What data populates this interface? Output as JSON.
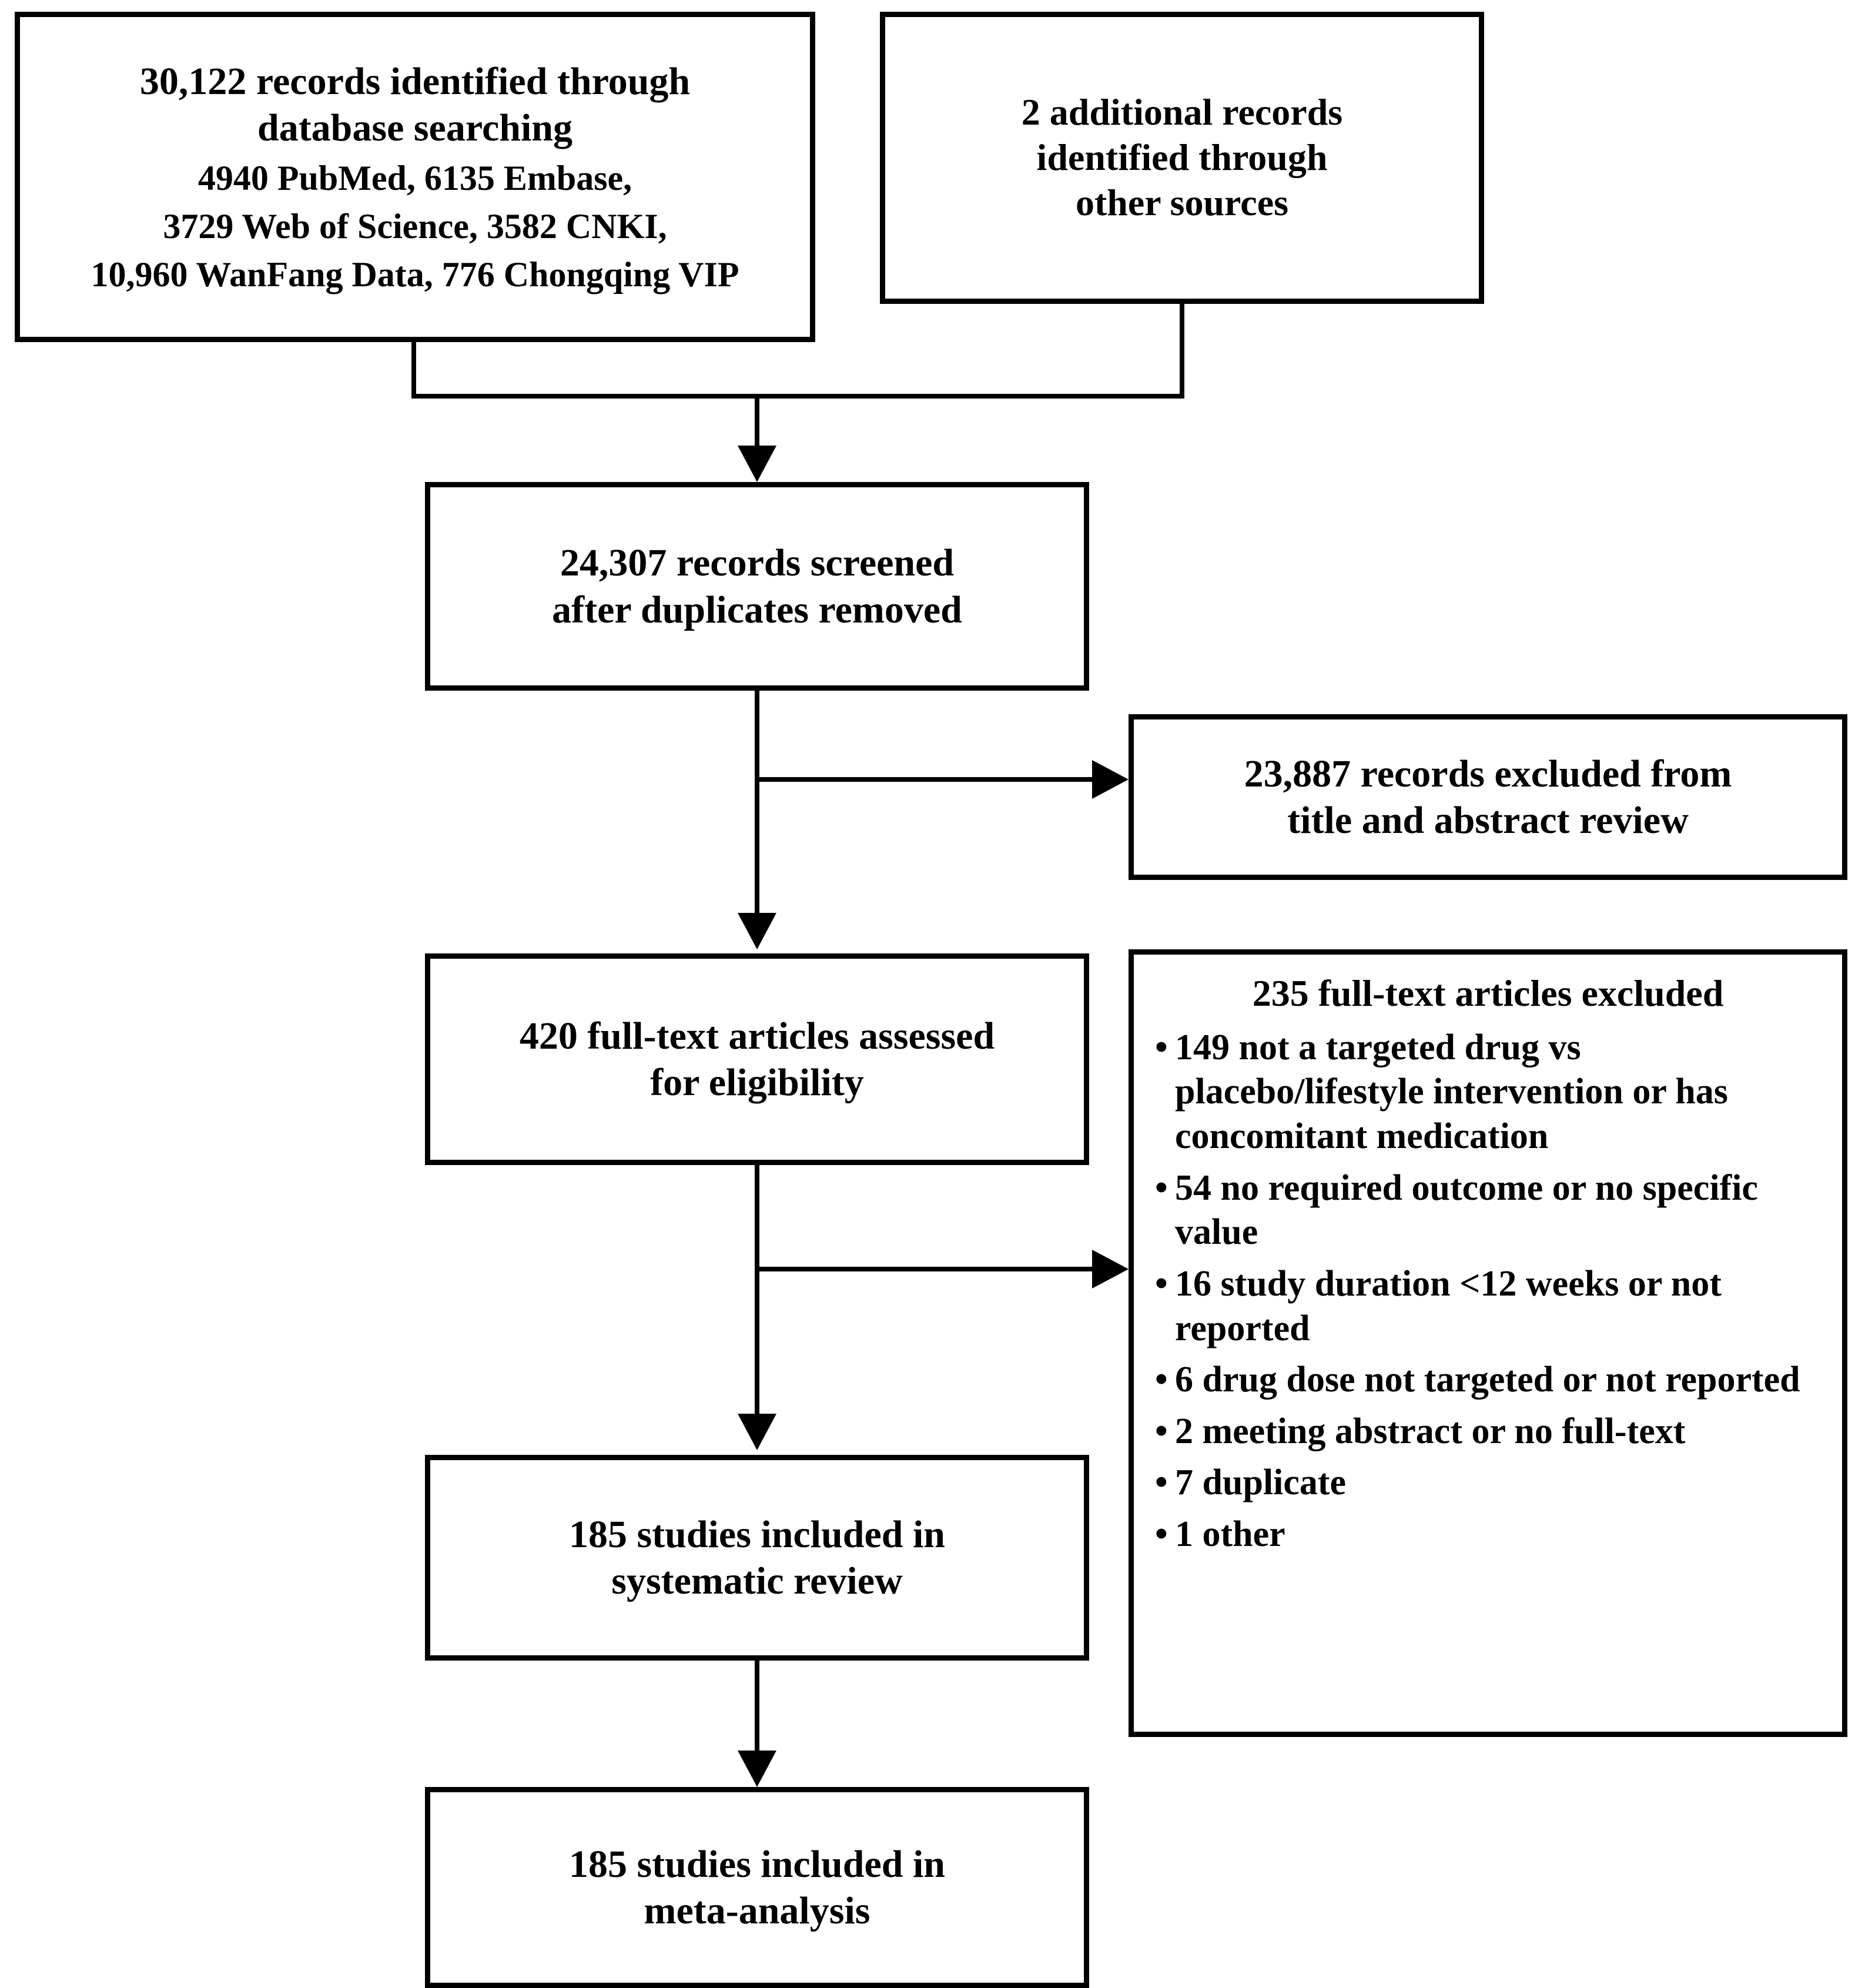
{
  "diagram": {
    "type": "prisma-flow-diagram",
    "nodes": {
      "database_search": {
        "title_line1": "30,122 records identified through",
        "title_line2": "database searching",
        "sub_line1": "4940 PubMed, 6135 Embase,",
        "sub_line2": "3729 Web of Science, 3582 CNKI,",
        "sub_line3": "10,960 WanFang Data, 776 Chongqing VIP"
      },
      "other_sources": {
        "line1": "2 additional records",
        "line2": "identified through",
        "line3": "other sources"
      },
      "records_screened": {
        "line1": "24,307 records screened",
        "line2": "after duplicates removed"
      },
      "records_excluded": {
        "line1": "23,887 records excluded from",
        "line2": "title and abstract review"
      },
      "fulltext_assessed": {
        "line1": "420 full-text articles assessed",
        "line2": "for eligibility"
      },
      "fulltext_excluded": {
        "heading": "235 full-text articles excluded",
        "bullet_char": "•",
        "reasons": [
          "149 not a targeted drug vs placebo/lifestyle intervention or has concomitant medication",
          "54 no required outcome or no specific value",
          "16 study duration <12 weeks or not reported",
          "6 drug dose not targeted or not reported",
          "2 meeting abstract or no full-text",
          "7 duplicate",
          "1 other"
        ]
      },
      "systematic_review": {
        "line1": "185 studies included in",
        "line2": "systematic review"
      },
      "meta_analysis": {
        "line1": "185 studies included in",
        "line2": "meta-analysis"
      }
    },
    "colors": {
      "border": "#000000",
      "text": "#000000",
      "background": "#ffffff"
    }
  }
}
